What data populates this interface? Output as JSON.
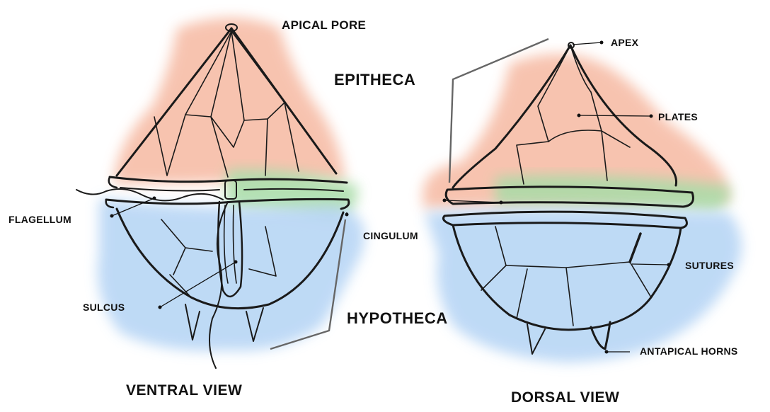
{
  "labels": {
    "apical_pore": "APICAL PORE",
    "epitheca": "EPITHECA",
    "flagellum": "FLAGELLUM",
    "cingulum": "CINGULUM",
    "sulcus": "SULCUS",
    "hypotheca": "HYPOTHECA",
    "apex": "APEX",
    "plates": "PLATES",
    "sutures": "SUTURES",
    "antapical_horns": "ANTAPICAL HORNS"
  },
  "titles": {
    "ventral": "VENTRAL VIEW",
    "dorsal": "DORSAL VIEW"
  },
  "colors": {
    "epitheca_wash": "#f6b9a2",
    "cingulum_wash": "#a8dca7",
    "hypotheca_wash": "#b8d6f5",
    "outline": "#1a1a1a"
  }
}
